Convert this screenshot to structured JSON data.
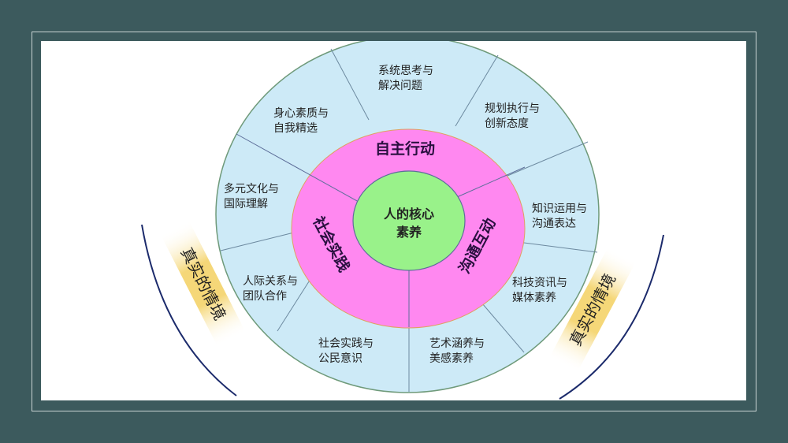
{
  "diagram": {
    "center": [
      "人的核心",
      "素养"
    ],
    "dimensions": [
      "自主行动",
      "社会实践",
      "沟通互动"
    ],
    "items": [
      [
        "系统思考与",
        "解决问题"
      ],
      [
        "身心素质与",
        "自我精选"
      ],
      [
        "规划执行与",
        "创新态度"
      ],
      [
        "多元文化与",
        "国际理解"
      ],
      [
        "知识运用与",
        "沟通表达"
      ],
      [
        "人际关系与",
        "团队合作"
      ],
      [
        "科技资讯与",
        "媒体素养"
      ],
      [
        "社会实践与",
        "公民意识"
      ],
      [
        "艺术涵养与",
        "美感素养"
      ]
    ],
    "context_left": "真实的情境",
    "context_right": "真实的情境"
  },
  "colors": {
    "background": "#3c5a5d",
    "outer_ring": "#cdeaf7",
    "middle_ring": "#ff88f0",
    "core": "#99f28a",
    "banner": "#f5d778",
    "arc": "#1b2a6b"
  }
}
